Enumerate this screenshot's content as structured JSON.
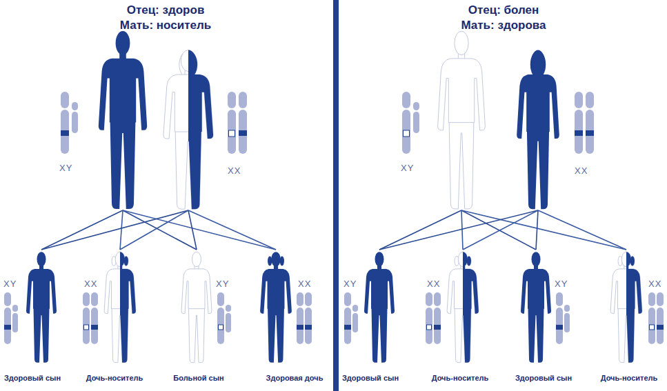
{
  "diagram": {
    "nodes": [
      {
        "text": [
          "XY"
        ]
      },
      {
        "text": [
          "XX"
        ]
      },
      {
        "text": [
          "XY",
          "Здоровый сын"
        ]
      },
      {
        "text": [
          "XX",
          "Дочь-носитель"
        ]
      },
      {
        "text": [
          "XY",
          "Больной сын"
        ]
      },
      {
        "text": [
          "XX",
          "Здоровая дочь"
        ]
      },
      {
        "text": [
          "XY"
        ]
      },
      {
        "text": [
          "XX"
        ]
      },
      {
        "text": [
          "XY",
          "Здоровый сын"
        ]
      },
      {
        "text": [
          "XX",
          "Дочь-носитель"
        ]
      },
      {
        "text": [
          "XY",
          "Здоровый сын"
        ]
      },
      {
        "text": [
          "XX",
          "Дочь-носитель"
        ]
      }
    ],
    "edges": [
      {
        "from": 0,
        "to": 2,
        "arrow": "none"
      },
      {
        "from": 0,
        "to": 3,
        "arrow": "none"
      },
      {
        "from": 0,
        "to": 4,
        "arrow": "none"
      },
      {
        "from": 0,
        "to": 5,
        "arrow": "none"
      },
      {
        "from": 1,
        "to": 2,
        "arrow": "none"
      },
      {
        "from": 1,
        "to": 3,
        "arrow": "none"
      },
      {
        "from": 1,
        "to": 4,
        "arrow": "none"
      },
      {
        "from": 1,
        "to": 5,
        "arrow": "none"
      },
      {
        "from": 6,
        "to": 8,
        "arrow": "none"
      },
      {
        "from": 6,
        "to": 9,
        "arrow": "none"
      },
      {
        "from": 6,
        "to": 10,
        "arrow": "none"
      },
      {
        "from": 6,
        "to": 11,
        "arrow": "none"
      },
      {
        "from": 7,
        "to": 8,
        "arrow": "none"
      },
      {
        "from": 7,
        "to": 9,
        "arrow": "none"
      },
      {
        "from": 7,
        "to": 10,
        "arrow": "none"
      },
      {
        "from": 7,
        "to": 11,
        "arrow": "none"
      }
    ],
    "labels": [
      "Отец: здоров",
      "Мать: носитель",
      "Отец: болен",
      "Мать: здорова"
    ]
  }
}
